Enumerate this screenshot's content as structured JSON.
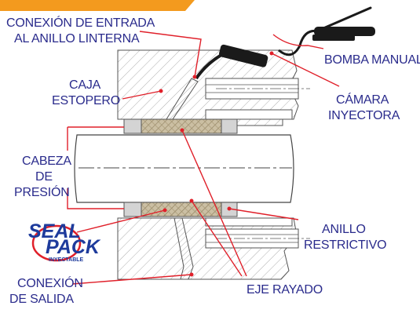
{
  "labels": {
    "inlet": [
      "CONEXIÓN DE ENTRADA",
      "AL ANILLO LINTERNA"
    ],
    "pump": "BOMBA MANUAL",
    "box": [
      "CAJA",
      "ESTOPERO"
    ],
    "chamber": [
      "CÁMARA",
      "INYECTORA"
    ],
    "head": [
      "CABEZA",
      "DE",
      "PRESIÓN"
    ],
    "ring": [
      "ANILLO",
      "RESTRICTIVO"
    ],
    "outlet": [
      "CONEXIÓN",
      "DE SALIDA"
    ],
    "shaft": "EJE RAYADO"
  },
  "logo": {
    "line1": "SEAL",
    "line2": "PACK",
    "tagline": "INYECTABLE"
  },
  "colors": {
    "label_text": "#2a2b8c",
    "leader_line": "#e0202a",
    "accent_bar": "#f39a1e",
    "packing": "#cbbfa3",
    "bushing": "#d4d4d4",
    "hatch": "#a5a5a5"
  }
}
